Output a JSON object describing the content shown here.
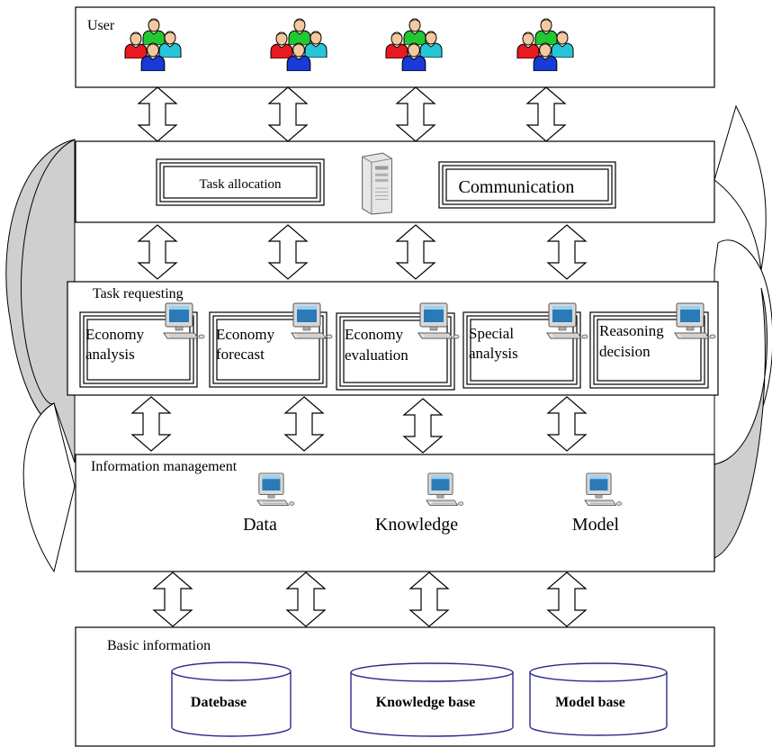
{
  "layers": {
    "user": {
      "label": "User"
    },
    "server": {
      "task_allocation": "Task allocation",
      "communication": "Communication"
    },
    "task_requesting": {
      "label": "Task requesting",
      "modules": [
        {
          "line1": "Economy",
          "line2": "analysis"
        },
        {
          "line1": "Economy",
          "line2": "forecast"
        },
        {
          "line1": "Economy",
          "line2": "evaluation"
        },
        {
          "line1": "Special",
          "line2": "analysis"
        },
        {
          "line1": "Reasoning",
          "line2": "decision"
        }
      ]
    },
    "information_management": {
      "label": "Information management",
      "items": [
        "Data",
        "Knowledge",
        "Model"
      ]
    },
    "basic_information": {
      "label": "Basic information",
      "stores": [
        "Datebase",
        "Knowledge base",
        "Model base"
      ]
    }
  },
  "colors": {
    "stroke": "#000000",
    "store_stroke": "#2a2a8a",
    "loop_fill": "#cfcfcf",
    "person_red": "#e8191f",
    "person_green": "#22c832",
    "person_blue": "#1a3ad8",
    "person_cyan": "#26c6d8",
    "person_skin": "#f2c9a0",
    "person_hair": "#2a1a10",
    "monitor_screen": "#2a7ab8",
    "monitor_body": "#c8c8c8"
  }
}
